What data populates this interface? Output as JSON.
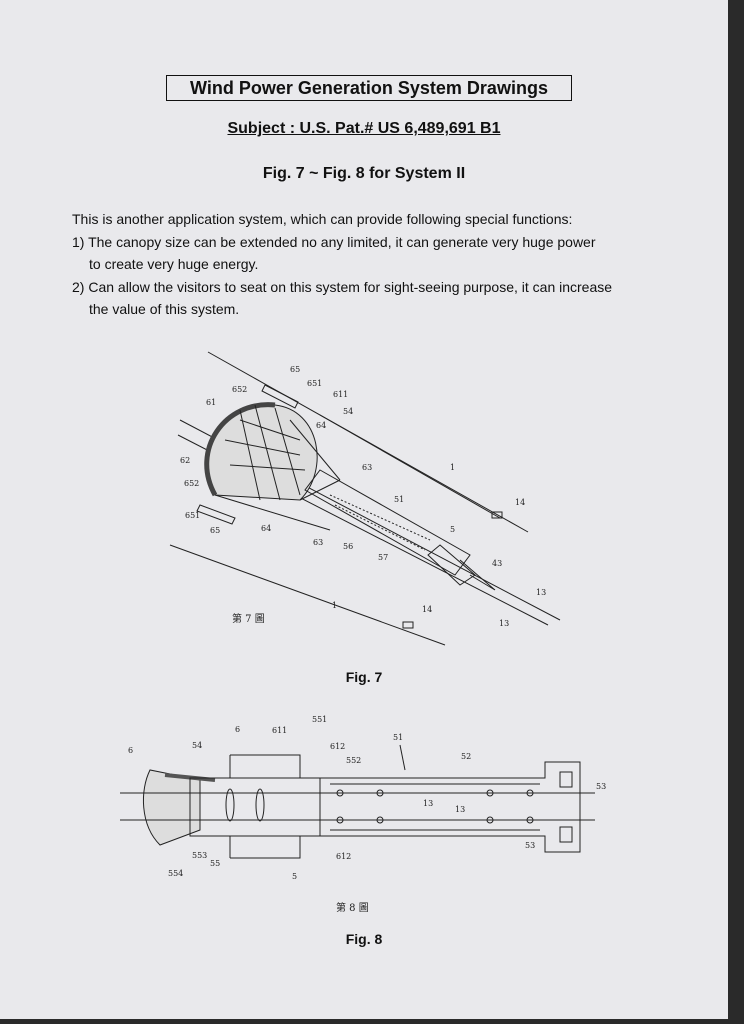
{
  "header": {
    "title": "Wind Power Generation System Drawings",
    "subject": "Subject : U.S. Pat.# US 6,489,691 B1",
    "figures": "Fig. 7 ~ Fig. 8 for System II"
  },
  "body": {
    "intro": "This is another application system, which can provide following special functions:",
    "item1_line1": "1) The canopy size can be extended no any limited, it can generate very huge power",
    "item1_line2": "to create very huge energy.",
    "item2_line1": "2) Can allow the visitors to seat on this system for sight-seeing purpose, it can increase",
    "item2_line2": "the value of this system."
  },
  "fig7": {
    "caption": "Fig. 7",
    "cjk_label": "第 7 圖",
    "labels": [
      "65",
      "651",
      "652",
      "611",
      "61",
      "54",
      "64",
      "62",
      "63",
      "1",
      "652",
      "51",
      "14",
      "651",
      "65",
      "64",
      "63",
      "56",
      "57",
      "5",
      "43",
      "13",
      "13",
      "1",
      "14"
    ]
  },
  "fig8": {
    "caption": "Fig. 8",
    "cjk_label": "第 8 圖",
    "labels": [
      "551",
      "6",
      "611",
      "612",
      "51",
      "6",
      "54",
      "552",
      "52",
      "53",
      "13",
      "13",
      "53",
      "553",
      "55",
      "554",
      "5",
      "612"
    ]
  }
}
